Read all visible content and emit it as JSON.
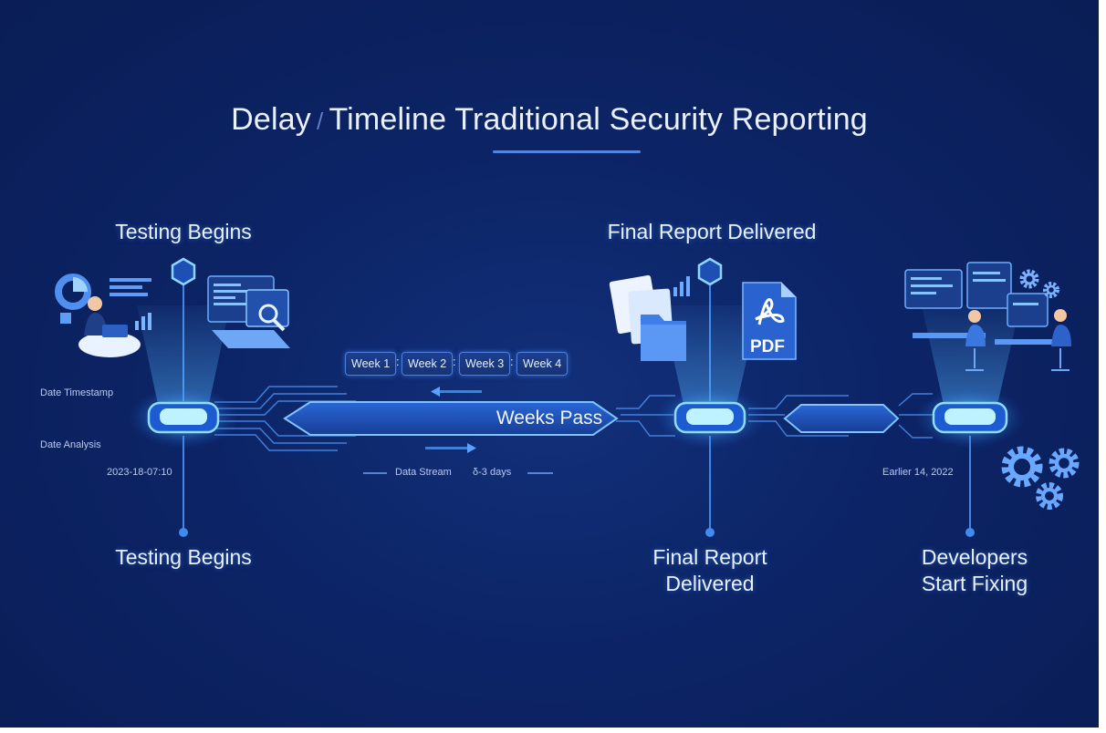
{
  "title": {
    "part1": "Delay",
    "separator": "/",
    "part2": "Timeline Traditional Security Reporting"
  },
  "milestones": {
    "testing_top": "Testing Begins",
    "report_top": "Final Report Delivered",
    "testing_bottom": "Testing Begins",
    "report_bottom_line1": "Final Report",
    "report_bottom_line2": "Delivered",
    "dev_line1": "Developers",
    "dev_line2": "Start Fixing"
  },
  "weeks": [
    "Week 1",
    "Week 2",
    "Week 3",
    "Week 4"
  ],
  "weeks_colon": ":",
  "center_label": "Weeks Pass",
  "small_labels": {
    "date_timestamp": "Date Timestamp",
    "date_analysis": "Date Analysis",
    "date_start": "2023-18-07:10",
    "data_stream": "Data Stream",
    "duration": "δ-3 days",
    "date_end": "Earlier 14, 2022"
  },
  "pdf_label": "PDF",
  "icons": [
    "analyst-icon",
    "laptop-code-icon",
    "documents-folder-icon",
    "pdf-file-icon",
    "developers-workstation-icon",
    "gears-icon",
    "hexagon-node-icon"
  ],
  "colors": {
    "background": "#0c2466",
    "accent": "#3d8bff",
    "glow": "#7fd0ff",
    "text": "#e9f1ff"
  }
}
